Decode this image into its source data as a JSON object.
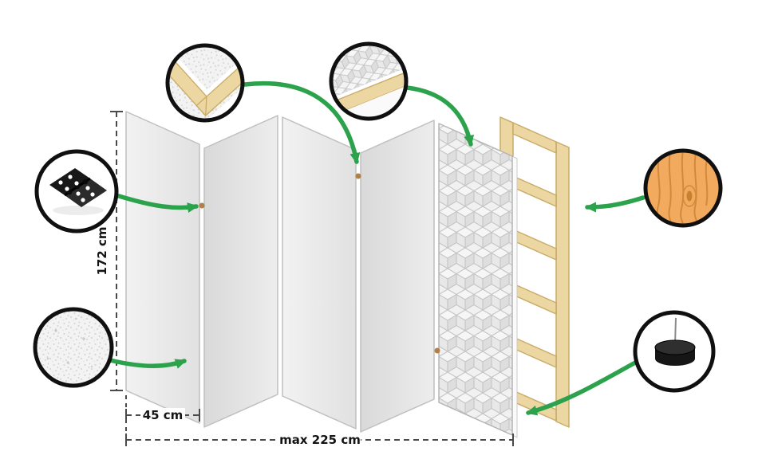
{
  "dimensions": {
    "height": "172 cm",
    "panel_width": "45 cm",
    "max_width": "max 225 cm"
  },
  "colors": {
    "arrow_green": "#2ba24b",
    "outline_black": "#101010",
    "panel_light": "#f0f0f0",
    "panel_shadow": "#dadada",
    "wood_frame_beige": "#ecd7a2",
    "wood_texture_orange": "#f2ab5e",
    "hinge_black": "#1a1a1a",
    "hinge_pin_brown": "#b08048",
    "dimension_line": "#4a4a4a"
  },
  "callouts": [
    {
      "icon": "hinge-icon"
    },
    {
      "icon": "fabric-texture-icon"
    },
    {
      "icon": "frame-corner-icon"
    },
    {
      "icon": "pattern-corner-icon"
    },
    {
      "icon": "wood-texture-icon"
    },
    {
      "icon": "stand-foot-icon"
    }
  ]
}
